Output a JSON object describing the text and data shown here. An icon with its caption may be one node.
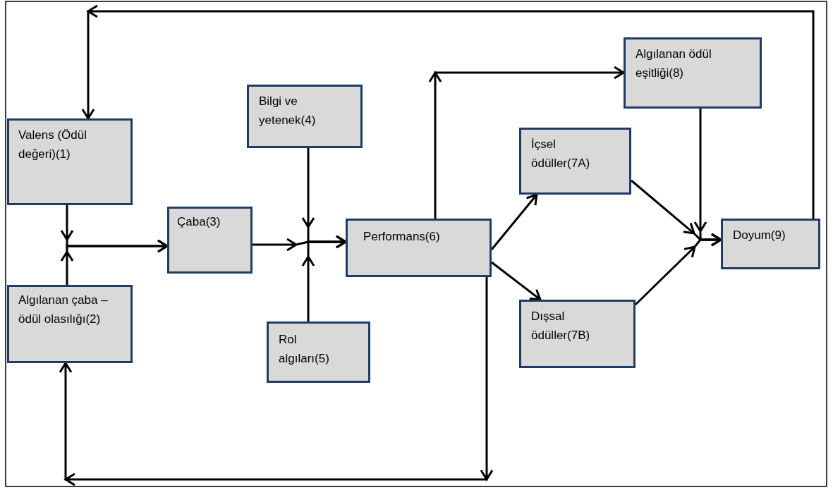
{
  "diagram": {
    "nodes": [
      {
        "text": [
          "Valens (Ödül değeri)(1)"
        ]
      },
      {
        "text": [
          "Algılanan çaba –ödül olasılığı(2)"
        ]
      },
      {
        "text": [
          "Çaba(3)"
        ]
      },
      {
        "text": [
          "Bilgi ve yetenek(4)"
        ]
      },
      {
        "text": [
          "Rol algıları(5)"
        ]
      },
      {
        "text": [
          "Performans(6)"
        ]
      },
      {
        "text": [
          "İçsel ödüller(7A)"
        ]
      },
      {
        "text": [
          "Dışsal ödüller(7B)"
        ]
      },
      {
        "text": [
          "Algılanan ödül eşitliği(8)"
        ]
      },
      {
        "text": [
          "Doyum(9)"
        ]
      }
    ],
    "edges": [
      {
        "from": 0,
        "to": 2,
        "arrow": "to"
      },
      {
        "from": 1,
        "to": 2,
        "arrow": "to"
      },
      {
        "from": 2,
        "to": 5,
        "arrow": "to"
      },
      {
        "from": 3,
        "to": 5,
        "arrow": "to"
      },
      {
        "from": 4,
        "to": 5,
        "arrow": "to"
      },
      {
        "from": 5,
        "to": 8,
        "arrow": "to"
      },
      {
        "from": 5,
        "to": 6,
        "arrow": "to"
      },
      {
        "from": 5,
        "to": 7,
        "arrow": "to"
      },
      {
        "from": 6,
        "to": 9,
        "arrow": "to"
      },
      {
        "from": 7,
        "to": 9,
        "arrow": "to"
      },
      {
        "from": 8,
        "to": 9,
        "arrow": "to"
      },
      {
        "from": 9,
        "to": 0,
        "arrow": "to"
      },
      {
        "from": 5,
        "to": 1,
        "arrow": "to"
      }
    ]
  }
}
